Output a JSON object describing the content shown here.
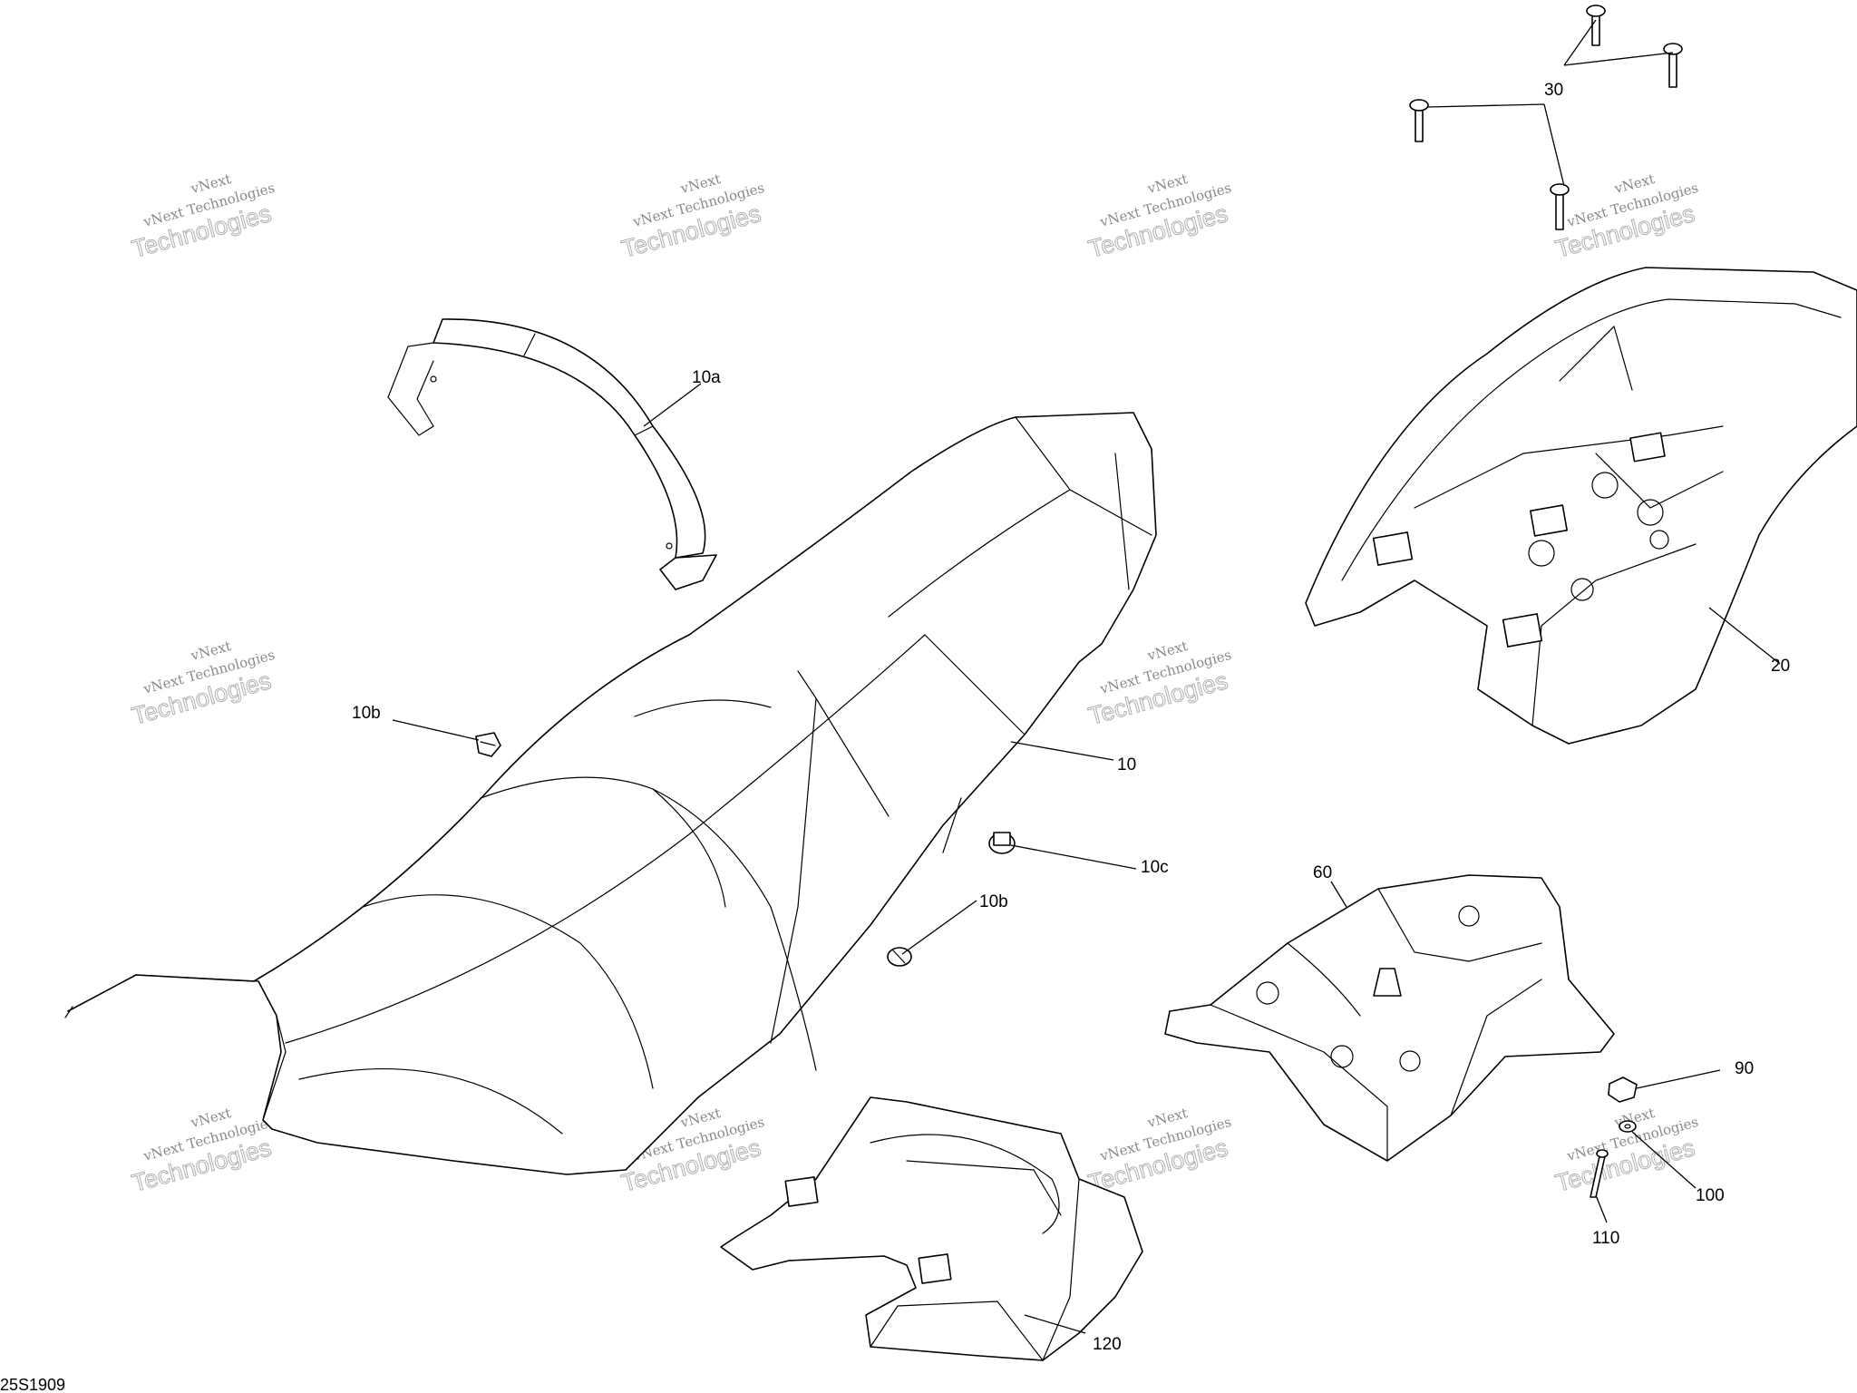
{
  "drawing_id": "25S1909",
  "watermark": {
    "line1": "vNext",
    "line2": "vNext Technologies",
    "line3": "Technologies"
  },
  "callouts": {
    "c10a": "10a",
    "c10": "10",
    "c10b_upper": "10b",
    "c10b_lower": "10b",
    "c10c": "10c",
    "c20": "20",
    "c30": "30",
    "c60": "60",
    "c90": "90",
    "c100": "100",
    "c110": "110",
    "c120": "120"
  }
}
